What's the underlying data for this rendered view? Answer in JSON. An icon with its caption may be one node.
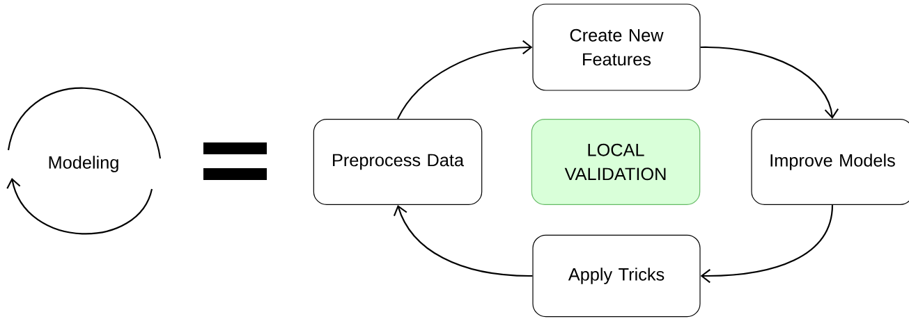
{
  "diagram": {
    "nodes": [
      {
        "text": [
          "Create New Features"
        ]
      },
      {
        "text": [
          "Preprocess Data"
        ]
      },
      {
        "text": [
          "LOCAL VALIDATION"
        ]
      },
      {
        "text": [
          "Improve Models"
        ]
      },
      {
        "text": [
          "Apply Tricks"
        ]
      }
    ],
    "edges": [
      {
        "from": 1,
        "to": 0,
        "arrow": "to"
      },
      {
        "from": 0,
        "to": 3,
        "arrow": "to"
      },
      {
        "from": 3,
        "to": 4,
        "arrow": "to"
      },
      {
        "from": 4,
        "to": 1,
        "arrow": "to"
      }
    ],
    "labels": [
      "Modeling"
    ]
  }
}
